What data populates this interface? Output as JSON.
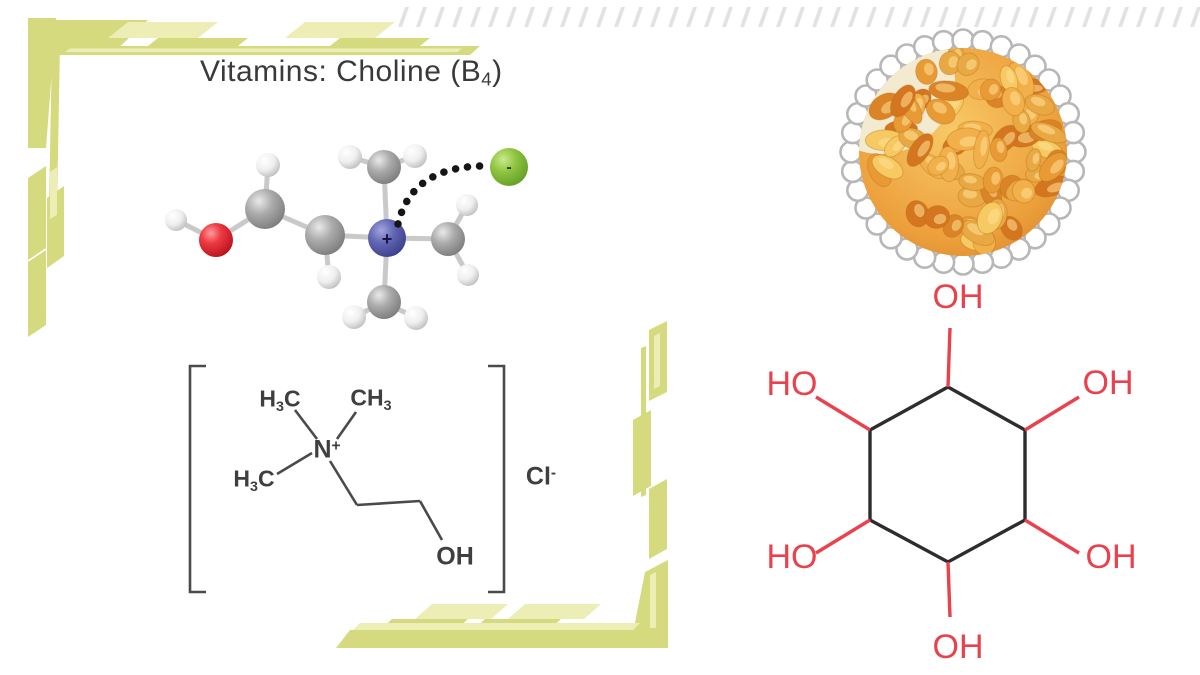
{
  "canvas": {
    "background": "#ffffff"
  },
  "title": {
    "pre": "Vitamins: Choline (B",
    "sub": "4",
    "post": ")"
  },
  "model_3d": {
    "nitrogen_charge": "+",
    "chloride_charge": "-",
    "colors": {
      "carbon": "#9a9a9a",
      "hydrogen": "#f1f1f1",
      "oxygen": "#dc2730",
      "nitrogen": "#5a5dab",
      "chloride": "#7fba3c",
      "bond": "#c9c9c9",
      "ionic_dots": "#151515"
    }
  },
  "structural_formula": {
    "methyl_top_left": {
      "pre": "H",
      "sub": "3",
      "post": "C"
    },
    "methyl_top_right": {
      "pre": "CH",
      "sub": "3",
      "post": ""
    },
    "methyl_left": {
      "pre": "H",
      "sub": "3",
      "post": "C"
    },
    "nitrogen_base": "N",
    "nitrogen_charge": "+",
    "hydroxyl": "OH",
    "chloride_base": "Cl",
    "chloride_charge": "-",
    "line_color": "#4a4a4a"
  },
  "inositol": {
    "labels": {
      "top": "OH",
      "top_left": "HO",
      "top_right": "OH",
      "bottom_left": "HO",
      "bottom_right": "OH",
      "bottom": "OH"
    },
    "bond_color": "#e9424d",
    "ring_color": "#2d2d2d"
  },
  "raisins_photo": {
    "palette": [
      "#f2b04a",
      "#e89a35",
      "#db8427",
      "#f6c963",
      "#e8a843",
      "#d4761f"
    ],
    "spoon_color": "#f4ead0",
    "scallop_stroke": "#b7b7b7"
  },
  "decor": {
    "accent": "#d6da7e",
    "accent_light": "#eceeb6",
    "stitch_color": "#dcdcdc"
  }
}
